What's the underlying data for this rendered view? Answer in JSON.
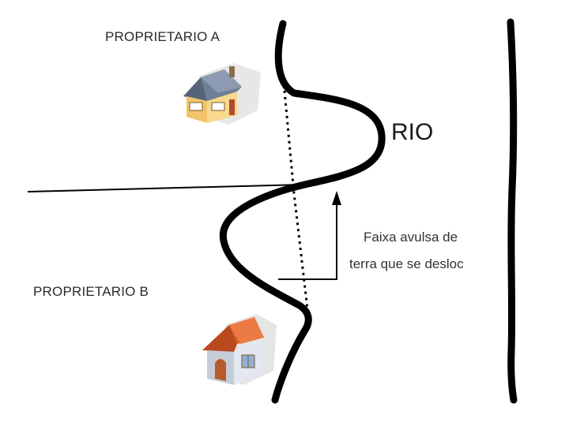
{
  "labels": {
    "owner_a": "PROPRIETARIO A",
    "owner_b": "PROPRIETARIO B",
    "river": "RIO",
    "note_line1": "Faixa avulsa de",
    "note_line2": "terra que se desloc"
  },
  "icons": {
    "house_a": "house-icon",
    "house_b": "house-icon"
  },
  "colors": {
    "line": "#000000",
    "house_a_wall": "#f4c96a",
    "house_a_roof": "#6f7f96",
    "house_b_wall": "#dfe4ee",
    "house_b_roof": "#d9602b"
  }
}
